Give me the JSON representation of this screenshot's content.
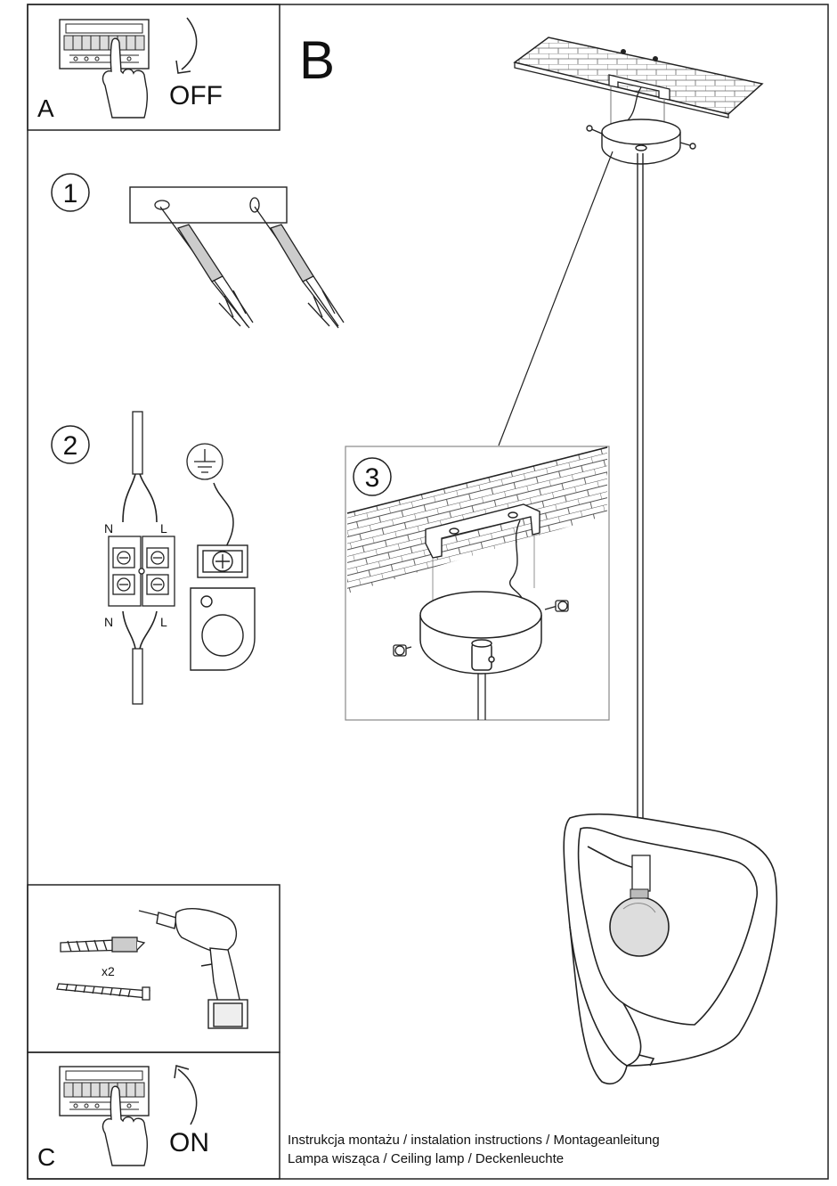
{
  "panels": {
    "a": {
      "letter": "A",
      "switch_word": "OFF"
    },
    "b": {
      "letter": "B"
    },
    "c": {
      "letter": "C",
      "switch_word": "ON"
    }
  },
  "steps": [
    {
      "number": "1"
    },
    {
      "number": "2",
      "terminal_labels": [
        "N",
        "L",
        "N",
        "L"
      ]
    },
    {
      "number": "3"
    }
  ],
  "hardware": {
    "quantity": "x2"
  },
  "footer": {
    "line1": "Instrukcja montażu / instalation instructions / Montageanleitung",
    "line2": "Lampa wisząca / Ceiling lamp  / Deckenleuchte"
  }
}
